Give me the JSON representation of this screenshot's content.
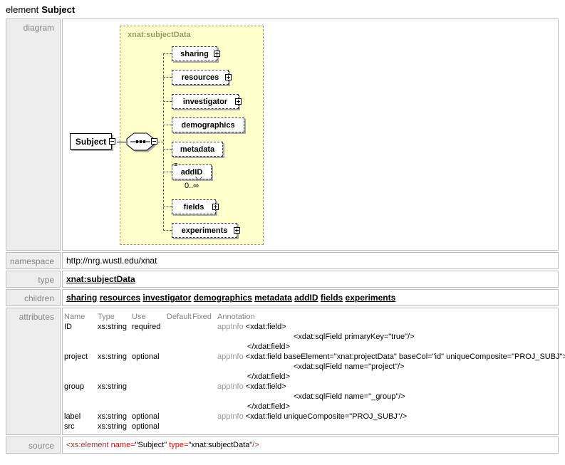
{
  "page": {
    "title_prefix": "element",
    "title_name": "Subject"
  },
  "labels": {
    "diagram": "diagram",
    "namespace": "namespace",
    "type": "type",
    "children": "children",
    "attributes": "attributes",
    "source": "source"
  },
  "namespace_value": "http://nrg.wustl.edu/xnat",
  "type_value": "xnat:subjectData",
  "children_links": [
    "sharing",
    "resources",
    "investigator",
    "demographics",
    "metadata",
    "addID",
    "fields",
    "experiments"
  ],
  "diagram": {
    "parent_label": "Subject",
    "container_label": "xnat:subjectData",
    "children": [
      {
        "label": "sharing",
        "expandable": true
      },
      {
        "label": "resources",
        "expandable": true
      },
      {
        "label": "investigator",
        "expandable": true
      },
      {
        "label": "demographics",
        "expandable": false
      },
      {
        "label": "metadata",
        "expandable": false
      },
      {
        "label": "addID",
        "expandable": false,
        "occurrence": "0..∞"
      },
      {
        "label": "fields",
        "expandable": true
      },
      {
        "label": "experiments",
        "expandable": true
      }
    ]
  },
  "attributes": {
    "appinfo_label": "appInfo",
    "headers": [
      "Name",
      "Type",
      "Use",
      "Default",
      "Fixed",
      "Annotation"
    ],
    "rows": [
      {
        "name": "ID",
        "type": "xs:string",
        "use": "required",
        "default": "",
        "fixed": "",
        "annotation": [
          {
            "indent": 0,
            "appinfo": true,
            "text": "<xdat:field>"
          },
          {
            "indent": 2,
            "appinfo": false,
            "text": "<xdat:sqlField primaryKey=\"true\"/>"
          },
          {
            "indent": 1,
            "appinfo": false,
            "text": "</xdat:field>"
          }
        ]
      },
      {
        "name": "project",
        "type": "xs:string",
        "use": "optional",
        "default": "",
        "fixed": "",
        "annotation": [
          {
            "indent": 0,
            "appinfo": true,
            "text": "<xdat:field baseElement=\"xnat:projectData\" baseCol=\"id\" uniqueComposite=\"PROJ_SUBJ\">"
          },
          {
            "indent": 2,
            "appinfo": false,
            "text": "<xdat:sqlField name=\"project\"/>"
          },
          {
            "indent": 1,
            "appinfo": false,
            "text": "</xdat:field>"
          }
        ]
      },
      {
        "name": "group",
        "type": "xs:string",
        "use": "",
        "default": "",
        "fixed": "",
        "annotation": [
          {
            "indent": 0,
            "appinfo": true,
            "text": "<xdat:field>"
          },
          {
            "indent": 2,
            "appinfo": false,
            "text": "<xdat:sqlField name=\"_group\"/>"
          },
          {
            "indent": 1,
            "appinfo": false,
            "text": "</xdat:field>"
          }
        ]
      },
      {
        "name": "label",
        "type": "xs:string",
        "use": "optional",
        "default": "",
        "fixed": "",
        "annotation": [
          {
            "indent": 0,
            "appinfo": true,
            "text": "<xdat:field uniqueComposite=\"PROJ_SUBJ\"/>"
          }
        ]
      },
      {
        "name": "src",
        "type": "xs:string",
        "use": "optional",
        "default": "",
        "fixed": "",
        "annotation": []
      }
    ]
  },
  "source": {
    "tokens": [
      {
        "type": "tag",
        "text": "<xs:element "
      },
      {
        "type": "attr",
        "text": "name="
      },
      {
        "type": "value",
        "text": "\"Subject\""
      },
      {
        "type": "plain",
        "text": " "
      },
      {
        "type": "attr",
        "text": "type="
      },
      {
        "type": "value",
        "text": "\"xnat:subjectData\""
      },
      {
        "type": "tag",
        "text": "/>"
      }
    ]
  },
  "colors": {
    "diagram_fill": "#ffffcc",
    "diagram_border": "#999966",
    "container_label": "#999966",
    "syntax_tag": "#993333",
    "syntax_attr": "#ee0000",
    "syntax_value": "#000000",
    "label_text": "#858585",
    "link": "#000000"
  }
}
